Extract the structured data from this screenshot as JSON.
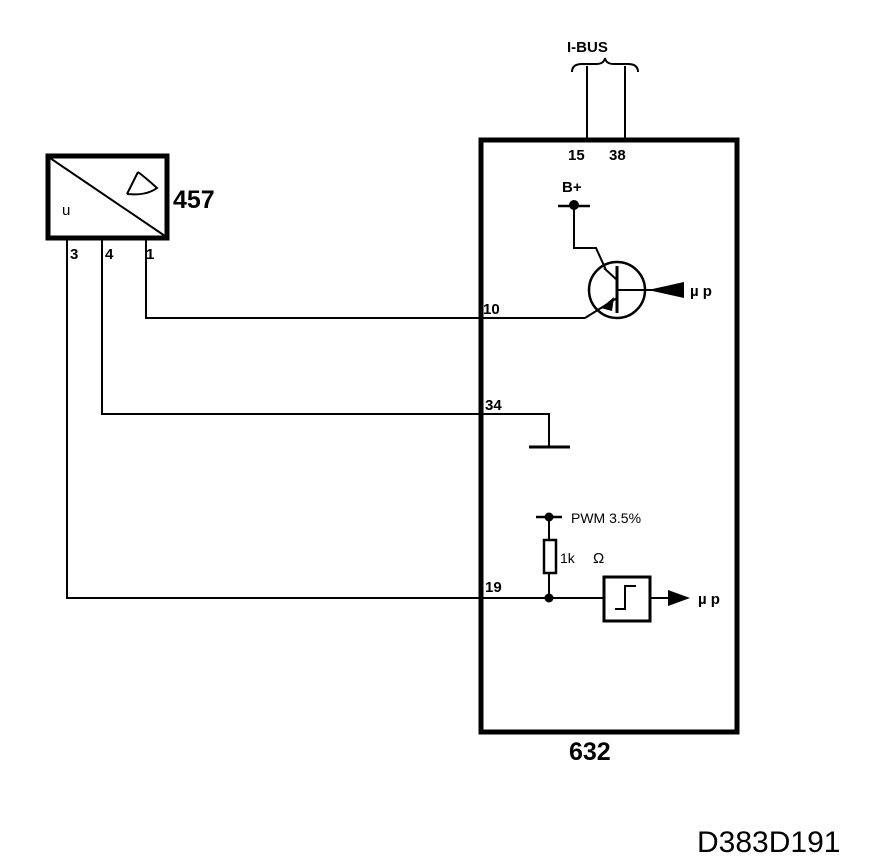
{
  "bus": {
    "label": "I-BUS",
    "pins": [
      "15",
      "38"
    ]
  },
  "sensor": {
    "id": "457",
    "symbol": "u",
    "pins": [
      "3",
      "4",
      "1"
    ]
  },
  "module": {
    "id": "632",
    "pins": {
      "p10": "10",
      "p34": "34",
      "p19": "19"
    }
  },
  "transistor": {
    "supply": "B+",
    "output": "µ p"
  },
  "input_stage": {
    "pullup": "PWM 3.5%",
    "resistor_value": "1k",
    "resistor_unit": "Ω",
    "output": "µ p"
  },
  "drawing_id": "D383D191"
}
